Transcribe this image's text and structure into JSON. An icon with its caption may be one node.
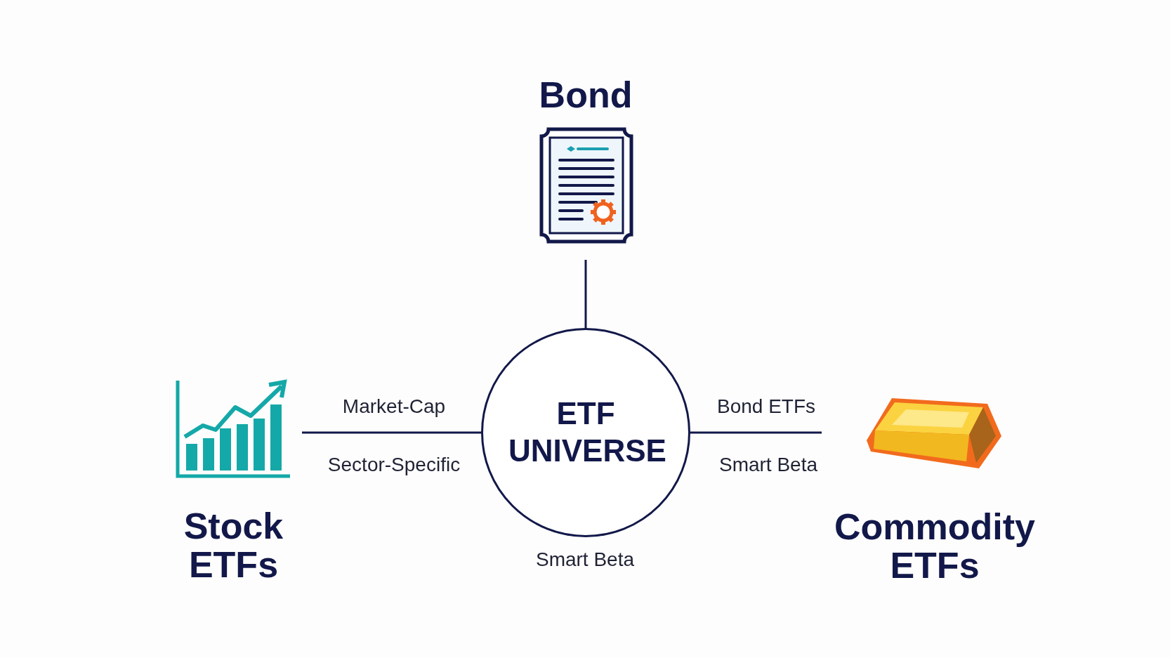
{
  "diagram": {
    "nodes": [
      {
        "text": [
          "ETF UNIVERSE"
        ]
      },
      {
        "text": [
          "Bond"
        ]
      },
      {
        "text": [
          "Stock ETFs"
        ]
      },
      {
        "text": [
          "Commodity ETFs"
        ]
      }
    ],
    "edges": [
      {
        "from": 1,
        "to": 0,
        "arrow": "none"
      },
      {
        "from": 2,
        "to": 0,
        "arrow": "none"
      },
      {
        "from": 0,
        "to": 3,
        "arrow": "none"
      }
    ],
    "labels": [
      "Market-Cap",
      "Sector-Specific",
      "Bond ETFs",
      "Smart Beta",
      "Smart Beta"
    ]
  }
}
